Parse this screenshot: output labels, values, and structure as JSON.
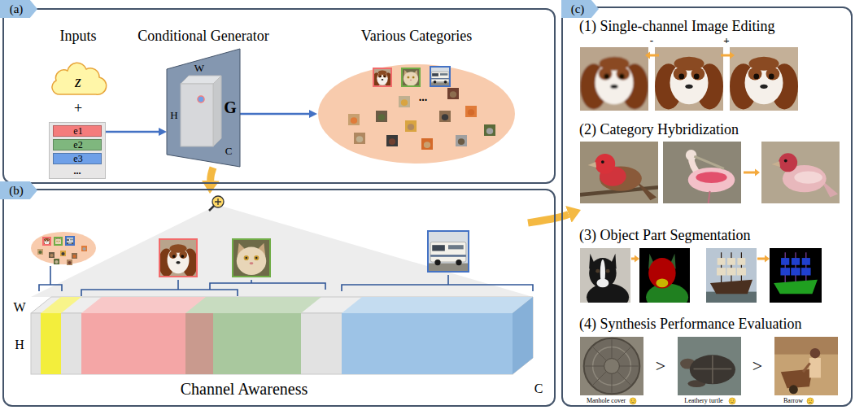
{
  "diagram": {
    "nodes": [
      {
        "text": [
          "(a)"
        ]
      },
      {
        "text": [
          "z"
        ],
        "in": 0
      },
      {
        "text": [
          "..."
        ],
        "in": 0
      },
      {
        "text": [
          "e1"
        ],
        "in": 2
      },
      {
        "text": [
          "e2"
        ],
        "in": 2
      },
      {
        "text": [
          "e3"
        ],
        "in": 2
      },
      {
        "text": [
          "Conditional Generator",
          "W",
          "H",
          "C",
          "G"
        ],
        "in": 0
      },
      {
        "text": [
          "Various Categories",
          "..."
        ],
        "in": 0
      },
      {
        "text": [
          "(b)"
        ]
      },
      {
        "text": [
          "(c)"
        ]
      }
    ],
    "edges": [
      {
        "from": 2,
        "to": 6,
        "arrow": "to"
      },
      {
        "from": 6,
        "to": 7,
        "arrow": "to"
      },
      {
        "from": 6,
        "to": 8,
        "arrow": "to"
      },
      {
        "from": 8,
        "to": 9,
        "arrow": "to"
      }
    ],
    "labels": [
      "Inputs",
      "+",
      "W",
      "H",
      "C",
      "Channel Awareness",
      "(1) Single-channel Image Editing",
      "-",
      "+",
      "(2) Category Hybridization",
      "(3) Object Part Segmentation",
      "(4) Synthesis Performance Evaluation",
      ">",
      ">",
      "Manhole cover",
      "Leathery turtle",
      "Barrow"
    ]
  }
}
